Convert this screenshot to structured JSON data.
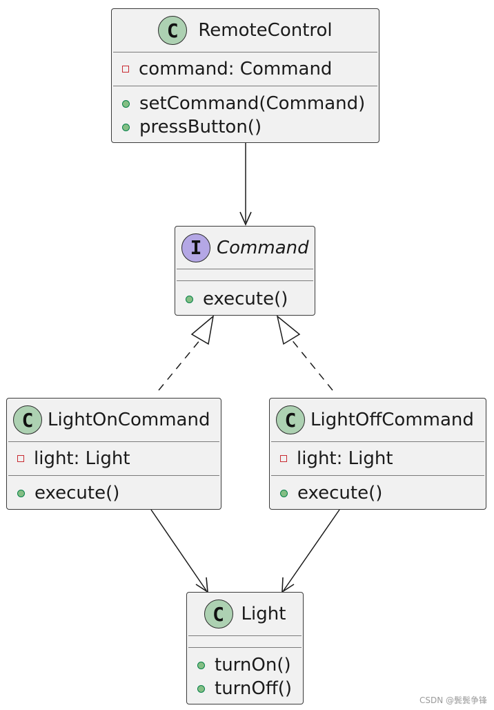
{
  "classes": {
    "remote_control": {
      "stereotype_letter": "C",
      "name": "RemoteControl",
      "fields": [
        {
          "visibility": "private",
          "text": "command: Command"
        }
      ],
      "methods": [
        {
          "visibility": "public",
          "text": "setCommand(Command)"
        },
        {
          "visibility": "public",
          "text": "pressButton()"
        }
      ]
    },
    "command": {
      "stereotype_letter": "I",
      "name": "Command",
      "fields": [],
      "methods": [
        {
          "visibility": "public",
          "text": "execute()"
        }
      ]
    },
    "light_on_command": {
      "stereotype_letter": "C",
      "name": "LightOnCommand",
      "fields": [
        {
          "visibility": "private",
          "text": "light: Light"
        }
      ],
      "methods": [
        {
          "visibility": "public",
          "text": "execute()"
        }
      ]
    },
    "light_off_command": {
      "stereotype_letter": "C",
      "name": "LightOffCommand",
      "fields": [
        {
          "visibility": "private",
          "text": "light: Light"
        }
      ],
      "methods": [
        {
          "visibility": "public",
          "text": "execute()"
        }
      ]
    },
    "light": {
      "stereotype_letter": "C",
      "name": "Light",
      "fields": [],
      "methods": [
        {
          "visibility": "public",
          "text": "turnOn()"
        },
        {
          "visibility": "public",
          "text": "turnOff()"
        }
      ]
    }
  },
  "relations": [
    {
      "from": "RemoteControl",
      "to": "Command",
      "kind": "association"
    },
    {
      "from": "LightOnCommand",
      "to": "Command",
      "kind": "realization"
    },
    {
      "from": "LightOffCommand",
      "to": "Command",
      "kind": "realization"
    },
    {
      "from": "LightOnCommand",
      "to": "Light",
      "kind": "association"
    },
    {
      "from": "LightOffCommand",
      "to": "Light",
      "kind": "association"
    }
  ],
  "colors": {
    "class_spot": "#add1b2",
    "interface_spot": "#b4a7e5",
    "box_fill": "#f1f1f1",
    "public_marker": "#84be84",
    "private_marker": "#c82930"
  },
  "watermark": "CSDN @鬓鬓争锋"
}
